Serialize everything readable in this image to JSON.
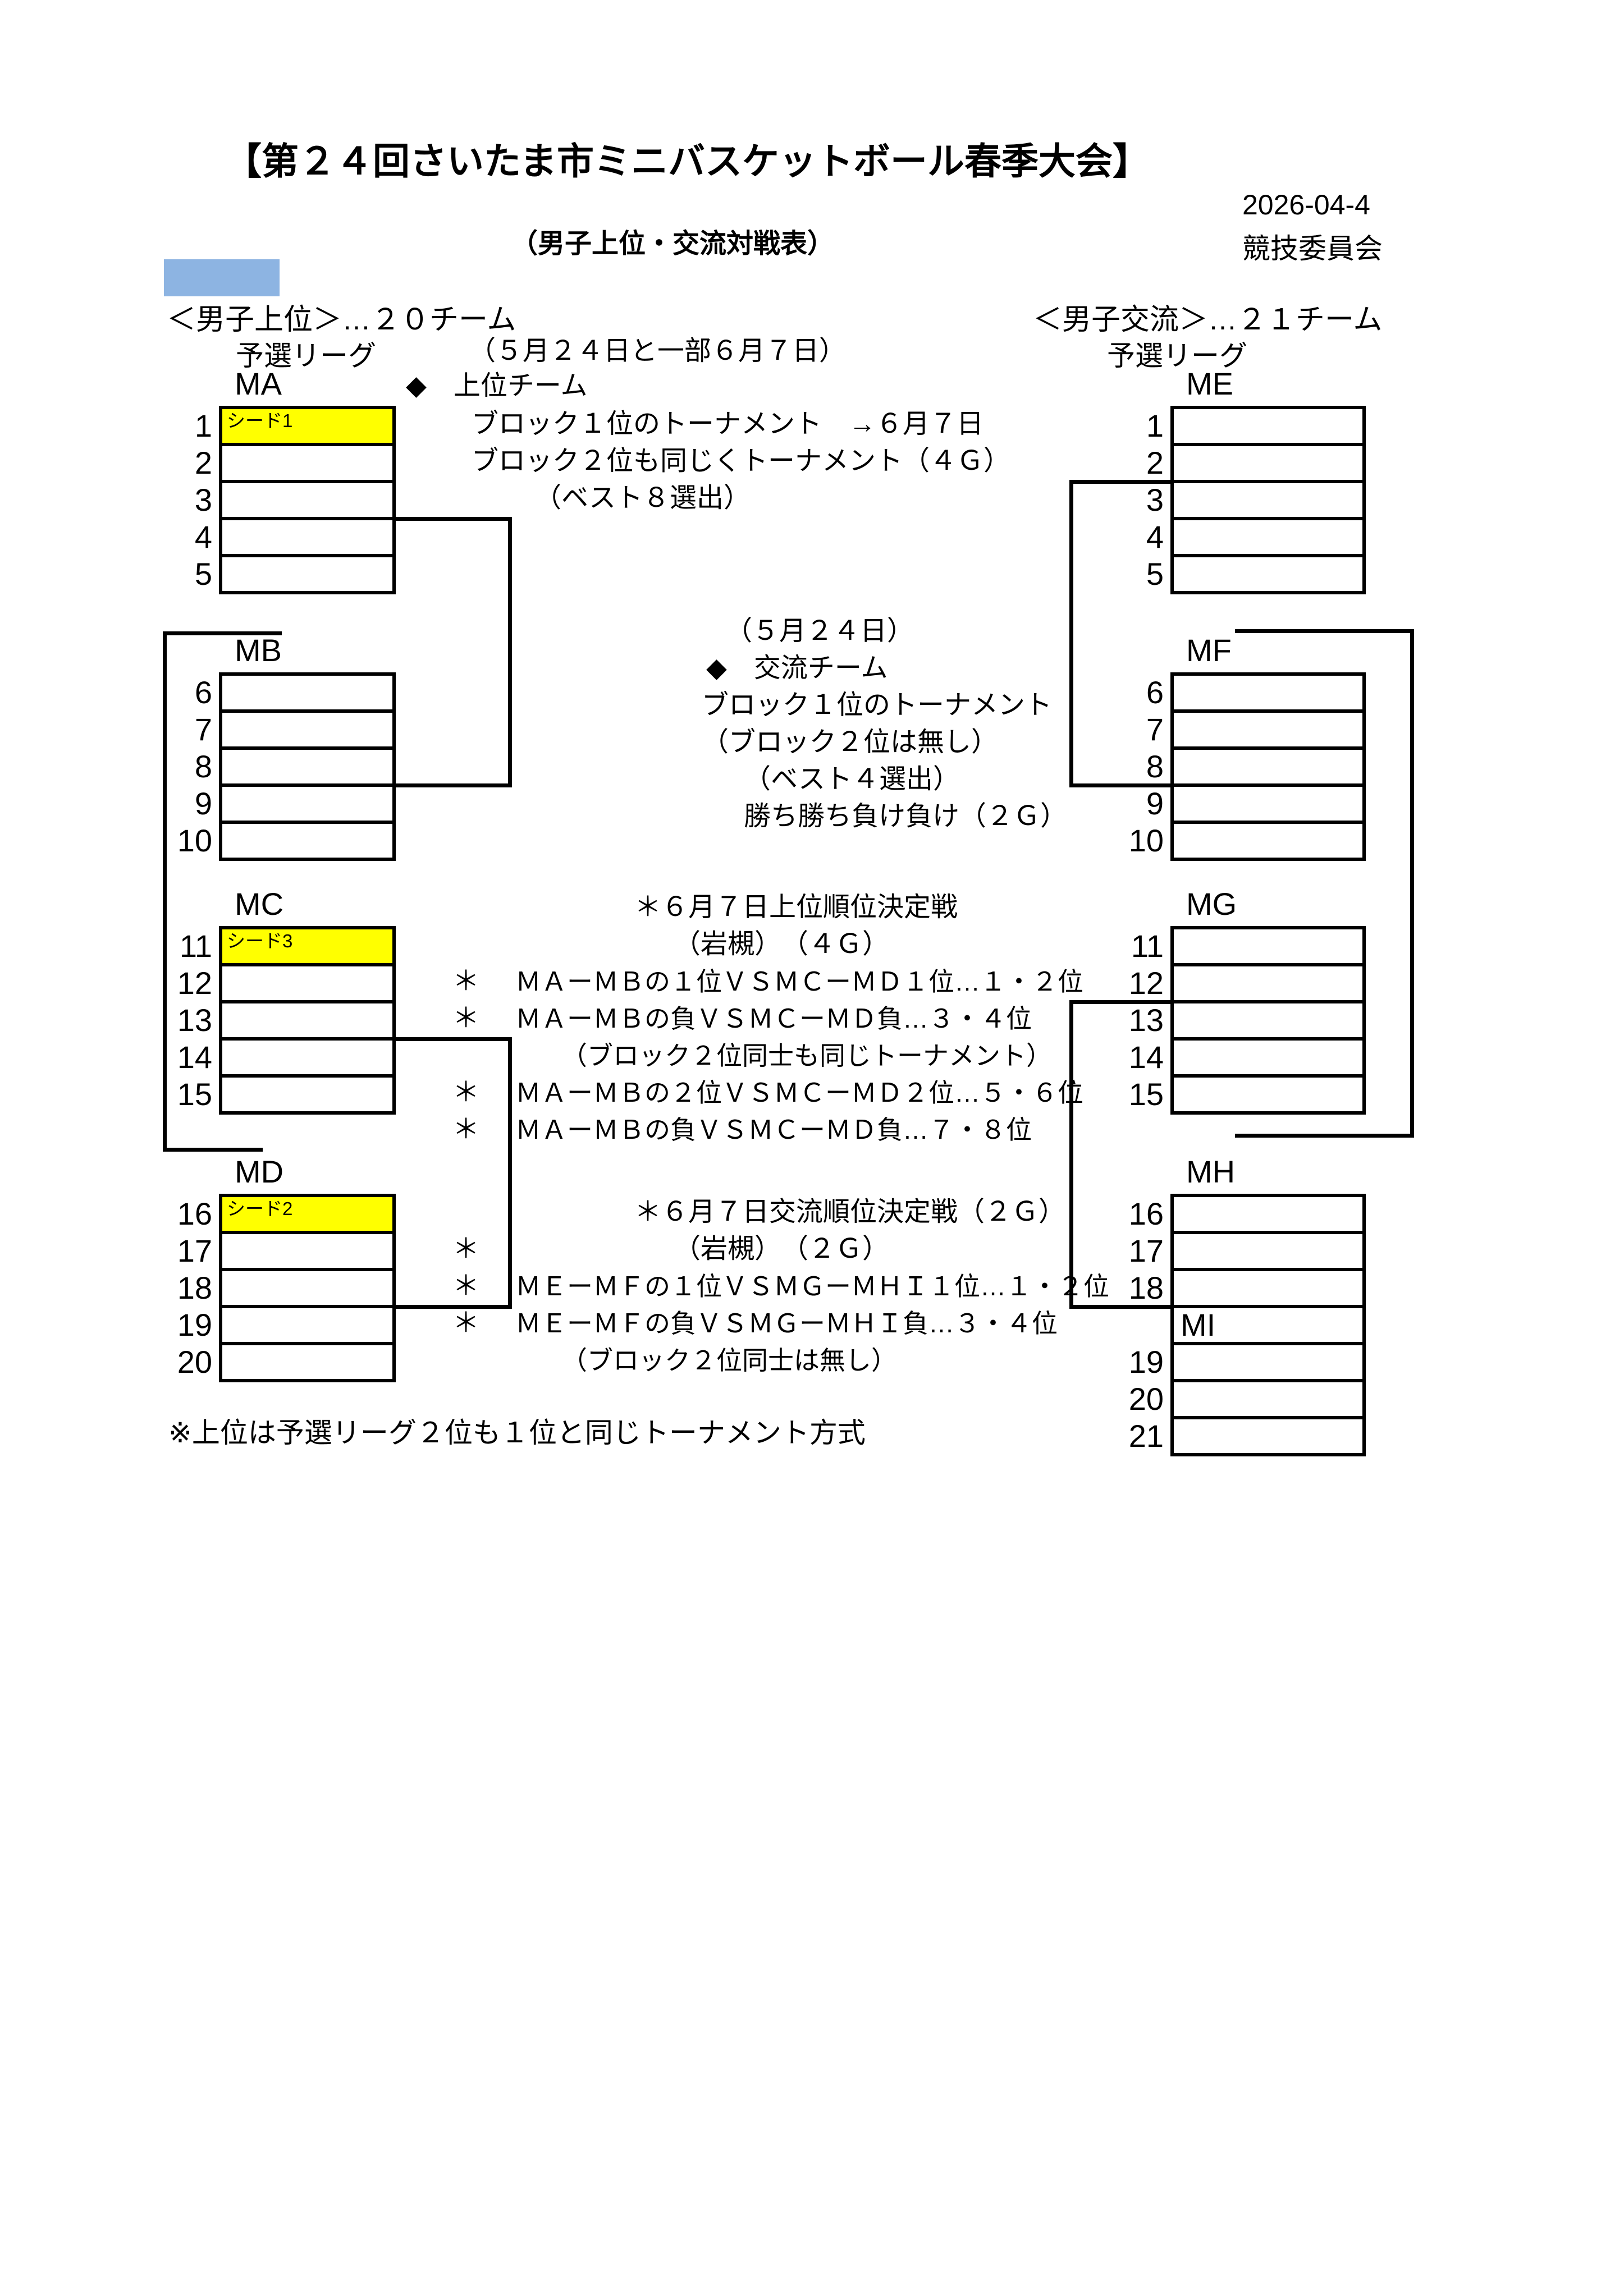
{
  "header": {
    "title": "【第２４回さいたま市ミニバスケットボール春季大会】",
    "date": "2026-04-4",
    "committee": "競技委員会",
    "subtitle": "（男子上位・交流対戦表）"
  },
  "colors": {
    "seed_fill": "#FFFF00",
    "marker_blue": "#8DB4E2",
    "line": "#000000"
  },
  "upper_section": {
    "heading": "＜男子上位＞…２０チーム",
    "league_label": "予選リーグ",
    "notes_top": [
      "（５月２４日と一部６月７日）",
      "◆　上位チーム",
      "ブロック１位のトーナメント　→６月７日",
      "ブロック２位も同じくトーナメント（４Ｇ）",
      "（ベスト８選出）"
    ],
    "notes_mid": [
      "（５月２４日）",
      "◆　交流チーム",
      "ブロック１位のトーナメント",
      "（ブロック２位は無し）",
      "（ベスト４選出）",
      "勝ち勝ち負け負け（２Ｇ）"
    ],
    "blocks": [
      {
        "name": "MA",
        "rows": [
          {
            "num": "1",
            "seed": "シード1"
          },
          {
            "num": "2"
          },
          {
            "num": "3"
          },
          {
            "num": "4"
          },
          {
            "num": "5"
          }
        ]
      },
      {
        "name": "MB",
        "rows": [
          {
            "num": "6"
          },
          {
            "num": "7"
          },
          {
            "num": "8"
          },
          {
            "num": "9"
          },
          {
            "num": "10"
          }
        ]
      },
      {
        "name": "MC",
        "rows": [
          {
            "num": "11",
            "seed": "シード3"
          },
          {
            "num": "12"
          },
          {
            "num": "13"
          },
          {
            "num": "14"
          },
          {
            "num": "15"
          }
        ]
      },
      {
        "name": "MD",
        "rows": [
          {
            "num": "16",
            "seed": "シード2"
          },
          {
            "num": "17"
          },
          {
            "num": "18"
          },
          {
            "num": "19"
          },
          {
            "num": "20"
          }
        ]
      }
    ],
    "ranking": {
      "heading": "＊６月７日上位順位決定戦",
      "venue_star": "",
      "venue": "（岩槻）　（４Ｇ）",
      "items": [
        {
          "star": "＊",
          "text": "ＭＡーＭＢの１位ＶＳＭＣーＭＤ１位…１・２位"
        },
        {
          "star": "＊",
          "text": "ＭＡーＭＢの負ＶＳＭＣーＭＤ負…３・４位"
        },
        {
          "star": "",
          "text": "（ブロック２位同士も同じトーナメント）"
        },
        {
          "star": "＊",
          "text": "ＭＡーＭＢの２位ＶＳＭＣーＭＤ２位…５・６位"
        },
        {
          "star": "＊",
          "text": "ＭＡーＭＢの負ＶＳＭＣーＭＤ負…７・８位"
        }
      ]
    }
  },
  "exchange_section": {
    "heading": "＜男子交流＞…２１チーム",
    "league_label": "予選リーグ",
    "blocks": [
      {
        "name": "ME",
        "rows": [
          {
            "num": "1"
          },
          {
            "num": "2"
          },
          {
            "num": "3"
          },
          {
            "num": "4"
          },
          {
            "num": "5"
          }
        ]
      },
      {
        "name": "MF",
        "rows": [
          {
            "num": "6"
          },
          {
            "num": "7"
          },
          {
            "num": "8"
          },
          {
            "num": "9"
          },
          {
            "num": "10"
          }
        ]
      },
      {
        "name": "MG",
        "rows": [
          {
            "num": "11"
          },
          {
            "num": "12"
          },
          {
            "num": "13"
          },
          {
            "num": "14"
          },
          {
            "num": "15"
          }
        ]
      },
      {
        "name": "MH",
        "rows": [
          {
            "num": "16"
          },
          {
            "num": "17"
          },
          {
            "num": "18"
          },
          {
            "num": "",
            "sublabel": "MI"
          },
          {
            "num": "19"
          },
          {
            "num": "20"
          },
          {
            "num": "21"
          }
        ]
      }
    ],
    "ranking": {
      "heading": "＊６月７日交流順位決定戦（２Ｇ）",
      "venue_star": "＊",
      "venue": "（岩槻）　（２Ｇ）",
      "items": [
        {
          "star": "＊",
          "text": "ＭＥーＭＦの１位ＶＳＭＧーＭＨＩ１位…１・２位"
        },
        {
          "star": "＊",
          "text": "ＭＥーＭＦの負ＶＳＭＧーＭＨＩ負…３・４位"
        },
        {
          "star": "",
          "text": "（ブロック２位同士は無し）"
        }
      ]
    }
  },
  "footnote": "※上位は予選リーグ２位も１位と同じトーナメント方式"
}
